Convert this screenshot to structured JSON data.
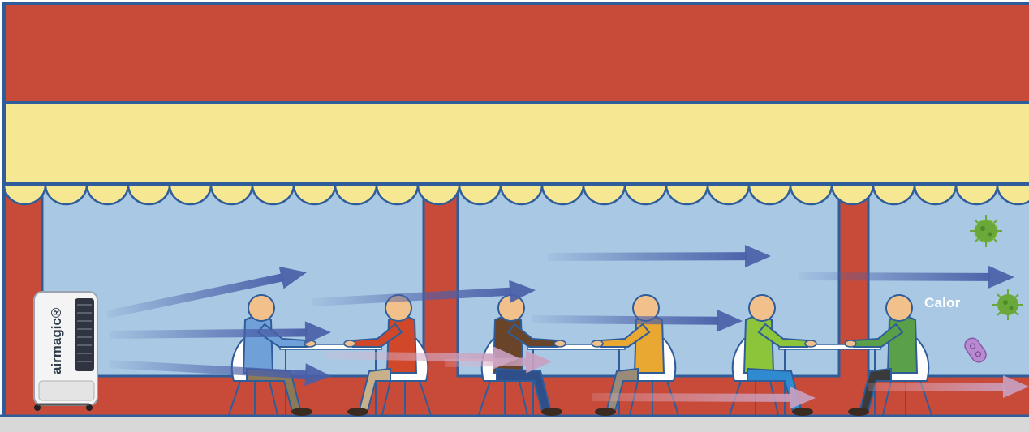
{
  "brand": {
    "name": "airmagic",
    "trademark": "®"
  },
  "labels": {
    "heat": "Calor"
  },
  "colors": {
    "facade_red": "#c84b3a",
    "outline_blue": "#2f5d9a",
    "awning_yellow": "#f6e792",
    "window_blue": "#a8c8e4",
    "sidewalk_grey": "#d8d8d8",
    "airflow_arrow": "#4a5fa8",
    "virus_green": "#6aa83a",
    "bacteria_purple": "#b88ad0",
    "cooler_white": "#f4f4f4"
  },
  "people": [
    {
      "id": "person-1",
      "shirt": "#6fa0d8",
      "pants": "#8a7a5a",
      "facing": "right"
    },
    {
      "id": "person-2",
      "shirt": "#d0472a",
      "pants": "#c8b08a",
      "facing": "left"
    },
    {
      "id": "person-3",
      "shirt": "#6a4428",
      "pants": "#2f4f8a",
      "facing": "right"
    },
    {
      "id": "person-4",
      "shirt": "#e8a832",
      "pants": "#9a8a78",
      "facing": "left"
    },
    {
      "id": "person-5",
      "shirt": "#8cc43a",
      "pants": "#2f8ad0",
      "facing": "right"
    },
    {
      "id": "person-6",
      "shirt": "#5aa048",
      "pants": "#3a3a3a",
      "facing": "left"
    }
  ],
  "icons": [
    "virus-icon",
    "virus-icon",
    "bacteria-icon",
    "airflow-arrow-icon"
  ]
}
